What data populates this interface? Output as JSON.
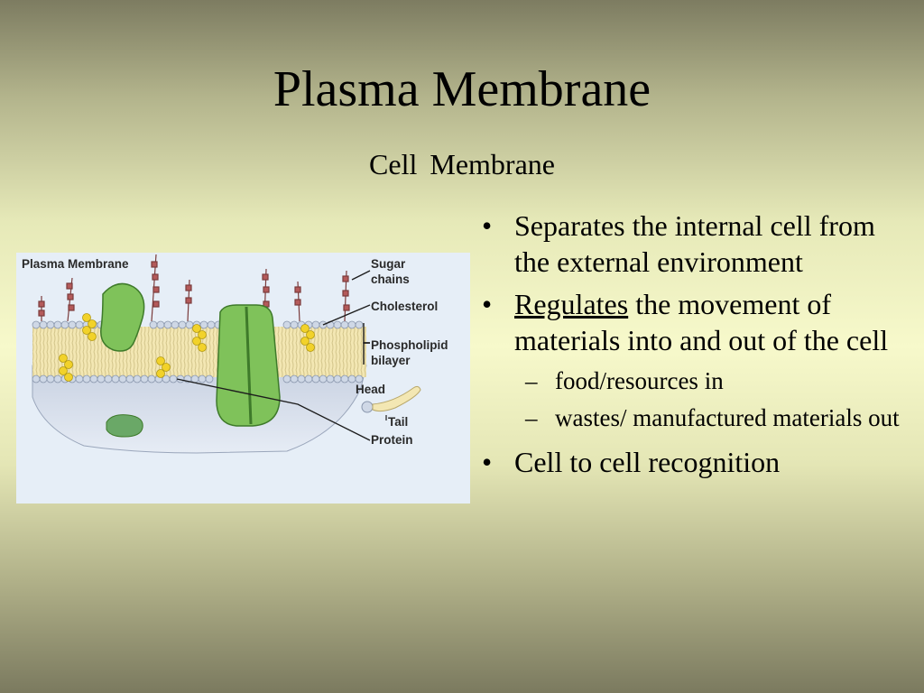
{
  "slide": {
    "title": "Plasma Membrane",
    "subtitle": "Cell Membrane",
    "background_colors": [
      "#7d7c61",
      "#f7f9cb"
    ]
  },
  "figure": {
    "title": "Plasma Membrane",
    "labels": {
      "sugar": "Sugar",
      "chains": "chains",
      "cholesterol": "Cholesterol",
      "phospholipid": "Phospholipid",
      "bilayer": "bilayer",
      "head": "Head",
      "tail": "Tail",
      "protein": "Protein"
    },
    "colors": {
      "protein": "#7fc25a",
      "cholesterol": "#f2d22a",
      "head": "#cfd8e6",
      "tail": "#f3e7b3",
      "sugar": "#b45a5a"
    }
  },
  "bullets": {
    "b1_text": "Separates the internal cell from the external environment",
    "b2_underlined": "Regulates",
    "b2_rest": " the movement of materials into and out of the cell",
    "sub1": "food/resources in",
    "sub2": "wastes/ manufactured materials out",
    "b3_text": "Cell to cell recognition",
    "bullet_mark": "•",
    "dash_mark": "–"
  }
}
